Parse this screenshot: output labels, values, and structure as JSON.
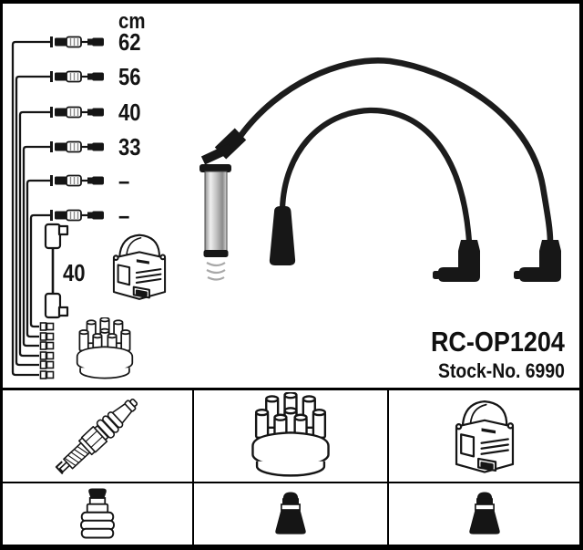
{
  "product": {
    "code": "RC-OP1204",
    "stock_label": "Stock-No. 6990"
  },
  "length_chart": {
    "unit_header": "cm",
    "rows": [
      {
        "length": "62"
      },
      {
        "length": "56"
      },
      {
        "length": "40"
      },
      {
        "length": "33"
      },
      {
        "length": "–"
      },
      {
        "length": "–"
      }
    ],
    "coil_wire_length": "40"
  },
  "legend": {
    "cells": [
      {
        "icon": "spark-plug"
      },
      {
        "icon": "distributor-cap"
      },
      {
        "icon": "ignition-coil"
      },
      {
        "icon": "spark-plug-boot"
      },
      {
        "icon": "distributor-cap-boot"
      },
      {
        "icon": "ignition-coil-boot"
      }
    ]
  },
  "colors": {
    "line_art": "#151515",
    "frame": "#000000",
    "metal_shaft": "#c6c6c6"
  }
}
